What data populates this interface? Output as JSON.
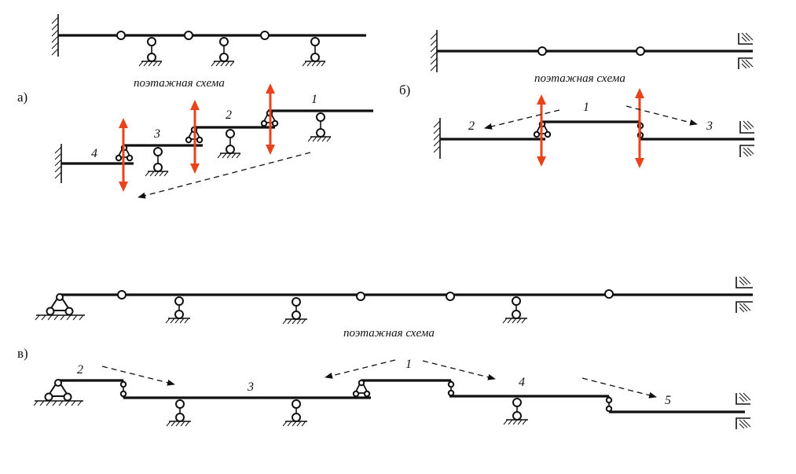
{
  "panel_a": {
    "part_label": "а)",
    "caption": "поэтажная схема",
    "labels": [
      "4",
      "3",
      "2",
      "1"
    ]
  },
  "panel_b": {
    "part_label": "б)",
    "caption": "поэтажная схема",
    "labels": [
      "1",
      "2",
      "3"
    ]
  },
  "panel_c": {
    "part_label": "в)",
    "caption": "поэтажная схема",
    "labels": [
      "1",
      "2",
      "3",
      "4",
      "5"
    ]
  },
  "colors": {
    "line": "#111111",
    "arrow_accent": "#e8431a",
    "background": "#ffffff"
  }
}
